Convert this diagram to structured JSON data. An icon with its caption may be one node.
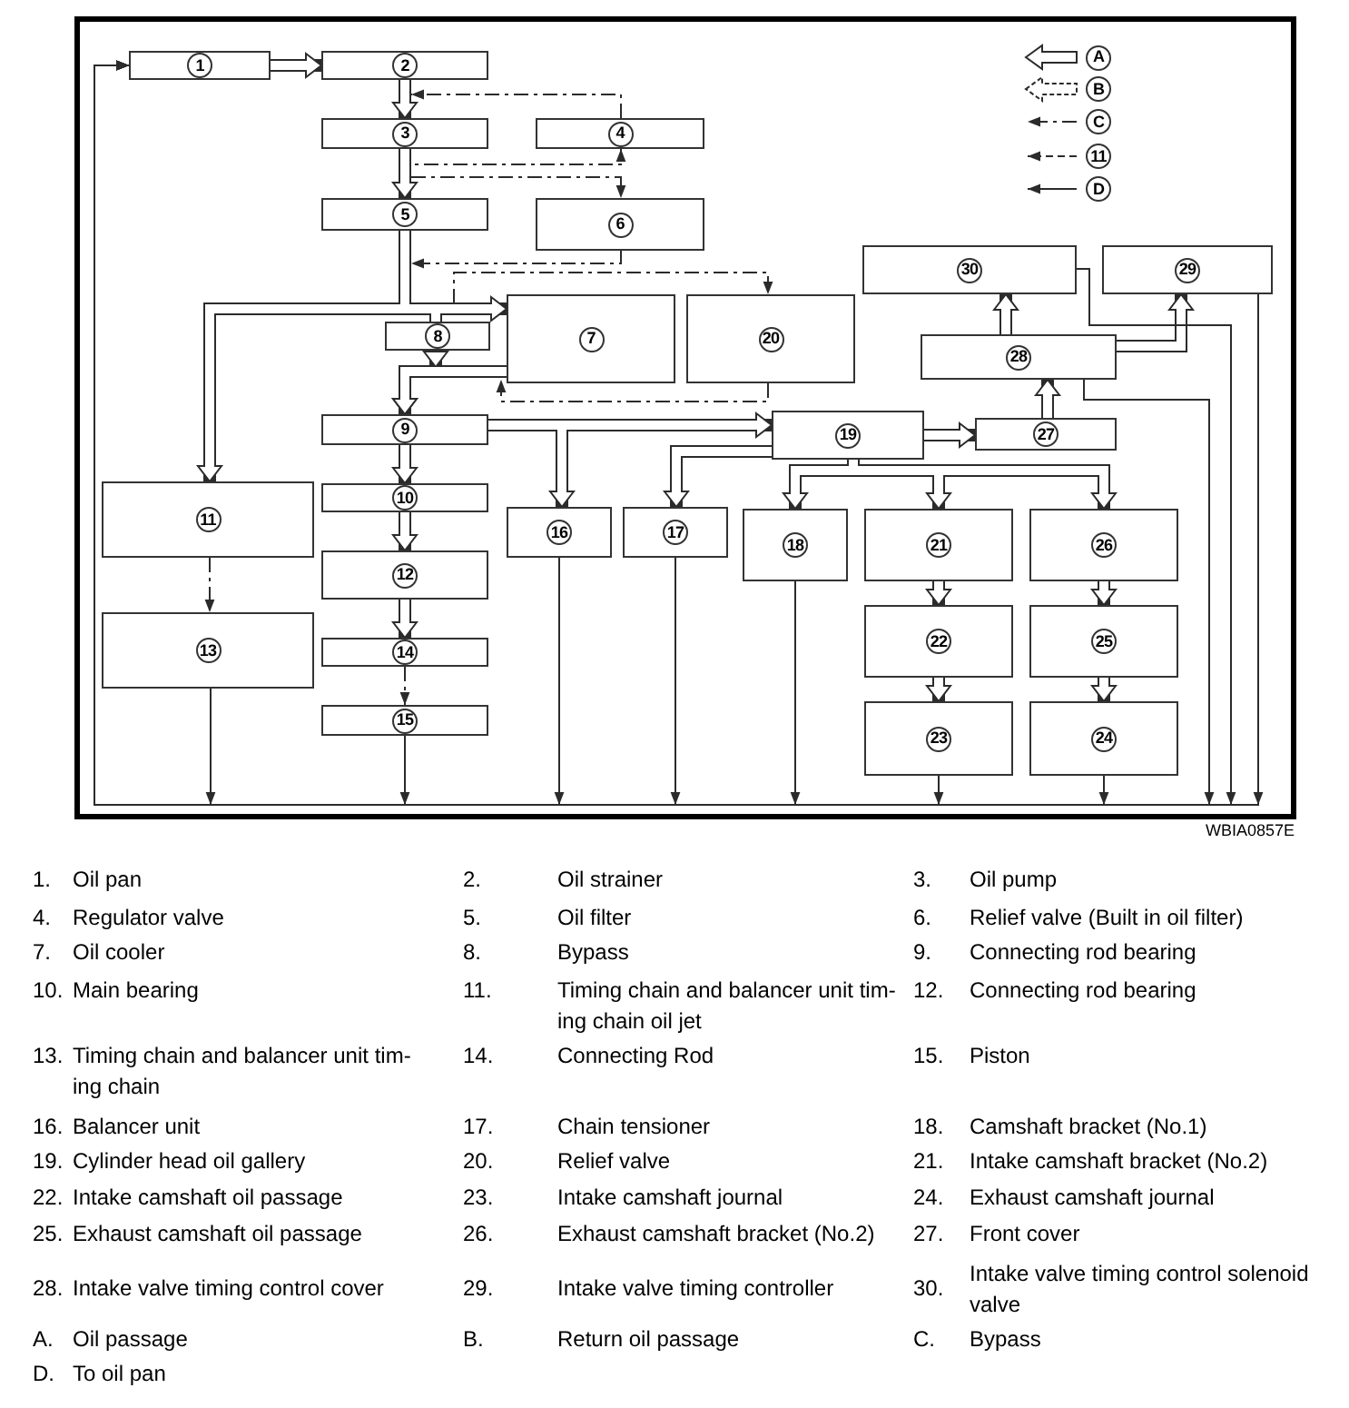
{
  "diagram": {
    "nodes": [
      {
        "text": [
          "1"
        ]
      },
      {
        "text": [
          "2"
        ]
      },
      {
        "text": [
          "3"
        ]
      },
      {
        "text": [
          "4"
        ]
      },
      {
        "text": [
          "5"
        ]
      },
      {
        "text": [
          "6"
        ]
      },
      {
        "text": [
          "7"
        ]
      },
      {
        "text": [
          "8"
        ]
      },
      {
        "text": [
          "9"
        ]
      },
      {
        "text": [
          "10"
        ]
      },
      {
        "text": [
          "11"
        ]
      },
      {
        "text": [
          "12"
        ]
      },
      {
        "text": [
          "13"
        ]
      },
      {
        "text": [
          "14"
        ]
      },
      {
        "text": [
          "15"
        ]
      },
      {
        "text": [
          "16"
        ]
      },
      {
        "text": [
          "17"
        ]
      },
      {
        "text": [
          "18"
        ]
      },
      {
        "text": [
          "19"
        ]
      },
      {
        "text": [
          "20"
        ]
      },
      {
        "text": [
          "21"
        ]
      },
      {
        "text": [
          "22"
        ]
      },
      {
        "text": [
          "23"
        ]
      },
      {
        "text": [
          "24"
        ]
      },
      {
        "text": [
          "25"
        ]
      },
      {
        "text": [
          "26"
        ]
      },
      {
        "text": [
          "27"
        ]
      },
      {
        "text": [
          "28"
        ]
      },
      {
        "text": [
          "29"
        ]
      },
      {
        "text": [
          "30"
        ]
      }
    ],
    "edges": [
      {
        "from": 0,
        "to": 1,
        "arrow": "to"
      },
      {
        "from": 1,
        "to": 2,
        "arrow": "to"
      },
      {
        "from": 2,
        "to": 4,
        "arrow": "to"
      },
      {
        "from": 4,
        "to": 6,
        "arrow": "to"
      },
      {
        "from": 4,
        "to": 10,
        "arrow": "to"
      },
      {
        "from": 4,
        "to": 7,
        "arrow": "none"
      },
      {
        "from": 6,
        "to": 8,
        "arrow": "to"
      },
      {
        "from": 7,
        "to": 8,
        "arrow": "to"
      },
      {
        "from": 8,
        "to": 9,
        "arrow": "to"
      },
      {
        "from": 9,
        "to": 11,
        "arrow": "to"
      },
      {
        "from": 11,
        "to": 13,
        "arrow": "to"
      },
      {
        "from": 8,
        "to": 18,
        "arrow": "to"
      },
      {
        "from": 8,
        "to": 15,
        "arrow": "to"
      },
      {
        "from": 18,
        "to": 16,
        "arrow": "to"
      },
      {
        "from": 18,
        "to": 26,
        "arrow": "to"
      },
      {
        "from": 18,
        "to": 17,
        "arrow": "to"
      },
      {
        "from": 18,
        "to": 20,
        "arrow": "to"
      },
      {
        "from": 18,
        "to": 25,
        "arrow": "to"
      },
      {
        "from": 20,
        "to": 21,
        "arrow": "to"
      },
      {
        "from": 21,
        "to": 22,
        "arrow": "to"
      },
      {
        "from": 25,
        "to": 24,
        "arrow": "to"
      },
      {
        "from": 24,
        "to": 23,
        "arrow": "to"
      },
      {
        "from": 26,
        "to": 27,
        "arrow": "to"
      },
      {
        "from": 27,
        "to": 29,
        "arrow": "to"
      },
      {
        "from": 27,
        "to": 28,
        "arrow": "to"
      },
      {
        "from": 10,
        "to": 12,
        "arrow": "to",
        "style": "dashed"
      },
      {
        "from": 13,
        "to": 14,
        "arrow": "to",
        "style": "dashed"
      },
      {
        "from": 2,
        "to": 3,
        "arrow": "to",
        "style": "dashed"
      },
      {
        "from": 2,
        "to": 5,
        "arrow": "to",
        "style": "dashed"
      },
      {
        "from": 3,
        "to": 1,
        "arrow": "to",
        "style": "dashed"
      },
      {
        "from": 5,
        "to": 4,
        "arrow": "to",
        "style": "dashed"
      },
      {
        "from": 4,
        "to": 19,
        "arrow": "to",
        "style": "dashed"
      },
      {
        "from": 19,
        "to": 6,
        "arrow": "to",
        "style": "dashed"
      },
      {
        "from": 12,
        "to": 0,
        "arrow": "to"
      },
      {
        "from": 14,
        "to": 0,
        "arrow": "to"
      },
      {
        "from": 15,
        "to": 0,
        "arrow": "to"
      },
      {
        "from": 16,
        "to": 0,
        "arrow": "to"
      },
      {
        "from": 17,
        "to": 0,
        "arrow": "to"
      },
      {
        "from": 22,
        "to": 0,
        "arrow": "to"
      },
      {
        "from": 23,
        "to": 0,
        "arrow": "to"
      },
      {
        "from": 29,
        "to": 0,
        "arrow": "to"
      },
      {
        "from": 27,
        "to": 0,
        "arrow": "to"
      },
      {
        "from": 28,
        "to": 0,
        "arrow": "to"
      }
    ],
    "labels": [
      "WBIA0857E",
      "1.",
      "Oil pan",
      "2.",
      "Oil strainer",
      "3.",
      "Oil pump",
      "4.",
      "Regulator valve",
      "5.",
      "Oil filter",
      "6.",
      "Relief valve (Built in oil filter)",
      "7.",
      "Oil cooler",
      "8.",
      "Bypass",
      "9.",
      "Connecting rod bearing",
      "10.",
      "Main bearing",
      "11.",
      "Timing chain and balancer unit tim- ing chain oil jet",
      "12.",
      "Connecting rod bearing",
      "13.",
      "Timing chain and balancer unit tim- ing chain",
      "14.",
      "Connecting Rod",
      "15.",
      "Piston",
      "16.",
      "Balancer unit",
      "17.",
      "Chain tensioner",
      "18.",
      "Camshaft bracket (No.1)",
      "19.",
      "Cylinder head oil gallery",
      "20.",
      "Relief valve",
      "21.",
      "Intake camshaft bracket (No.2)",
      "22.",
      "Intake camshaft oil passage",
      "23.",
      "Intake camshaft journal",
      "24.",
      "Exhaust camshaft journal",
      "25.",
      "Exhaust camshaft oil passage",
      "26.",
      "Exhaust camshaft bracket (No.2)",
      "27.",
      "Front cover",
      "28.",
      "Intake valve timing control cover",
      "29.",
      "Intake valve timing controller",
      "30.",
      "Intake valve timing control solenoid valve",
      "A.",
      "Oil passage",
      "B.",
      "Return oil passage",
      "C.",
      "Bypass",
      "D.",
      "To oil pan"
    ],
    "legend": [
      {
        "text": "A"
      },
      {
        "text": "B"
      },
      {
        "text": "C"
      },
      {
        "text": "11"
      },
      {
        "text": "D"
      }
    ]
  }
}
